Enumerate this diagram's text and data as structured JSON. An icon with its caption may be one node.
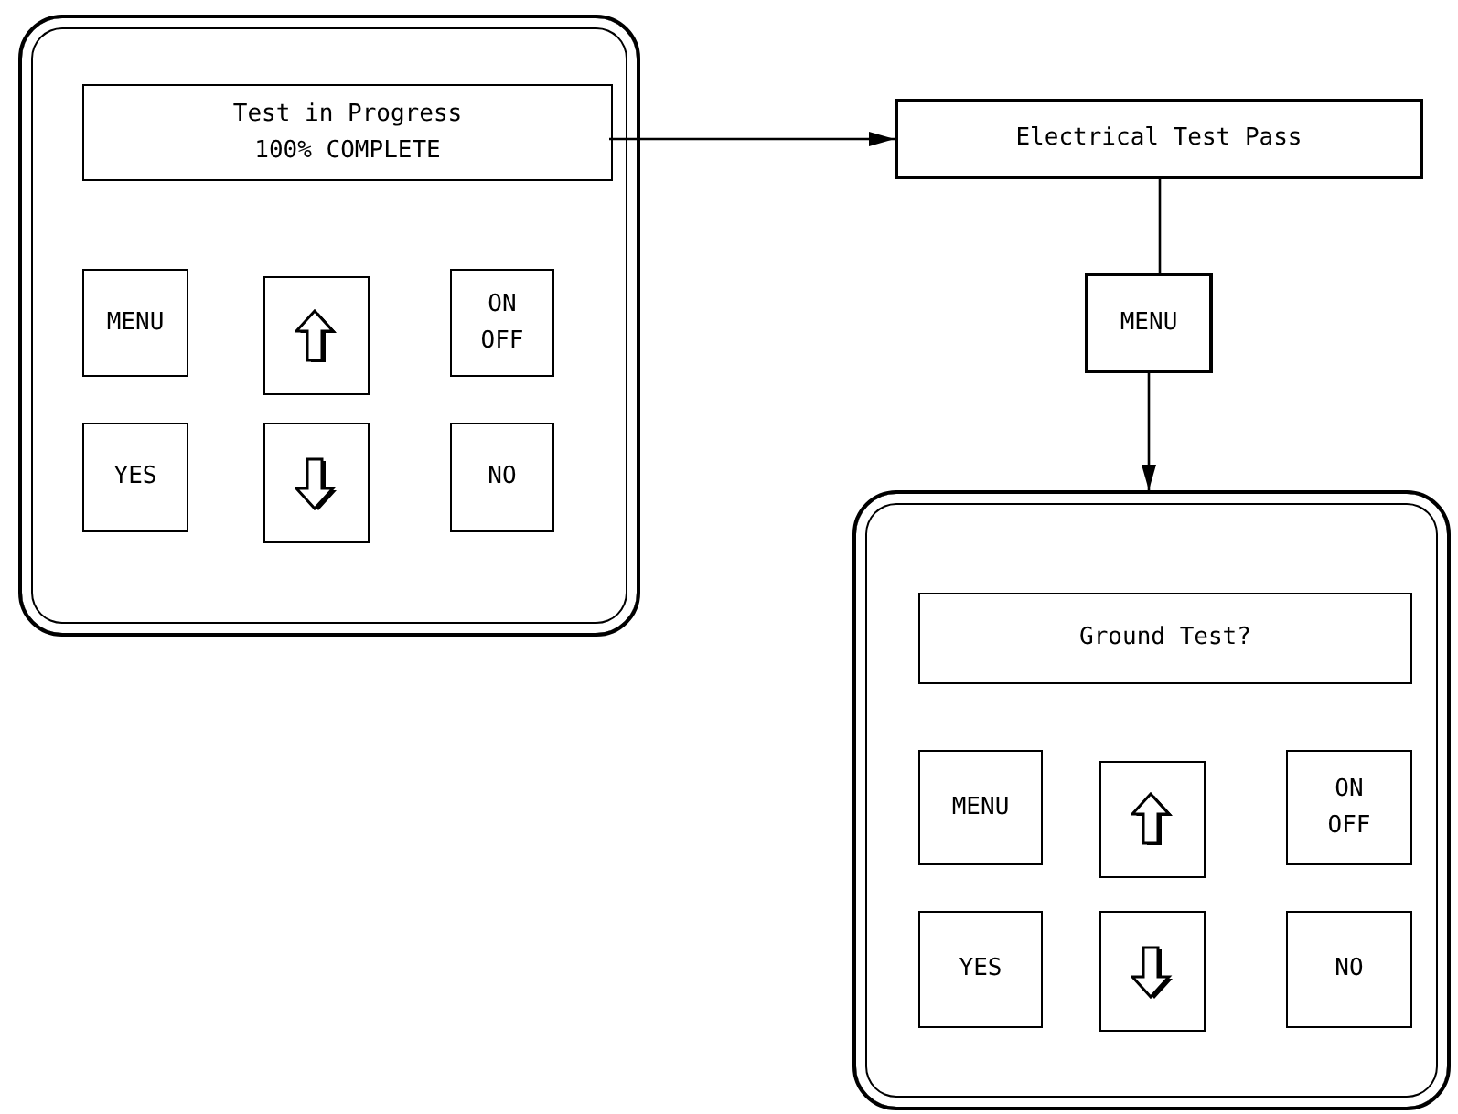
{
  "diagram": {
    "nodes": [
      {
        "text": [],
        "shape": "box"
      },
      {
        "text": [
          "Test in Progress",
          "100% COMPLETE"
        ],
        "in": 0
      },
      {
        "text": [
          "MENU"
        ],
        "in": 0
      },
      {
        "text": [],
        "shape": "box",
        "in": 0
      },
      {
        "text": [
          "ON OFF"
        ],
        "in": 0
      },
      {
        "text": [
          "YES"
        ],
        "in": 0
      },
      {
        "text": [],
        "shape": "box",
        "in": 0
      },
      {
        "text": [
          "NO"
        ],
        "in": 0
      },
      {
        "text": [
          "Electrical Test Pass"
        ]
      },
      {
        "text": [
          "MENU"
        ]
      },
      {
        "text": [],
        "shape": "box"
      },
      {
        "text": [
          "Ground Test?"
        ],
        "in": 10
      },
      {
        "text": [
          "MENU"
        ],
        "in": 10
      },
      {
        "text": [],
        "shape": "box",
        "in": 10
      },
      {
        "text": [
          "ON OFF"
        ],
        "in": 10
      },
      {
        "text": [
          "YES"
        ],
        "in": 10
      },
      {
        "text": [],
        "shape": "box",
        "in": 10
      },
      {
        "text": [
          "NO"
        ],
        "in": 10
      }
    ],
    "edges": [
      {
        "from": 1,
        "to": 8,
        "arrow": "to"
      },
      {
        "from": 8,
        "to": 9,
        "arrow": "none"
      },
      {
        "from": 9,
        "to": 10,
        "arrow": "to"
      }
    ]
  }
}
